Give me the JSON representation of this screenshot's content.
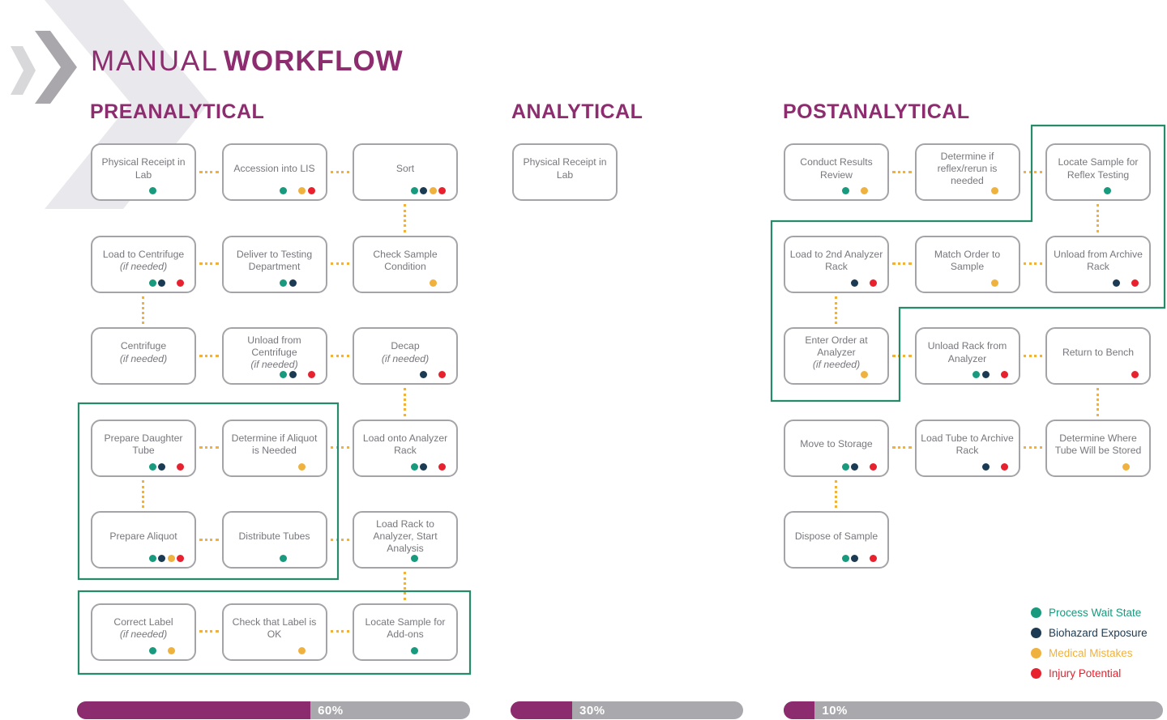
{
  "title": {
    "light": "MANUAL",
    "bold": "WORKFLOW"
  },
  "colors": {
    "purple": "#8d2d6f",
    "process_wait": "#189a7e",
    "biohazard": "#1b3a53",
    "medical": "#efb23e",
    "injury": "#e8212e",
    "connector": "#efb23e",
    "group_outline": "#278a6b",
    "box_border": "#a4a4a8",
    "box_text": "#77777d",
    "bar_track": "#a9a8ad",
    "bar_fill": "#8c2b6d"
  },
  "legend": [
    {
      "key": "process_wait",
      "label": "Process Wait State"
    },
    {
      "key": "biohazard",
      "label": "Biohazard Exposure"
    },
    {
      "key": "medical",
      "label": "Medical Mistakes"
    },
    {
      "key": "injury",
      "label": "Injury Potential"
    }
  ],
  "sections": [
    {
      "id": "pre",
      "heading": "PREANALYTICAL",
      "bar": {
        "label": "60%",
        "fill_fraction": 0.594
      },
      "boxes": [
        {
          "id": "pre-r1c1",
          "row": 1,
          "col": 1,
          "label": "Physical Receipt in Lab",
          "dots": [
            "process_wait"
          ]
        },
        {
          "id": "pre-r1c2",
          "row": 1,
          "col": 2,
          "label": "Accession into LIS",
          "dots": [
            "process_wait",
            "medical",
            "injury"
          ]
        },
        {
          "id": "pre-r1c3",
          "row": 1,
          "col": 3,
          "label": "Sort",
          "dots": [
            "process_wait",
            "biohazard",
            "medical",
            "injury"
          ]
        },
        {
          "id": "pre-r2c1",
          "row": 2,
          "col": 1,
          "label": "Load to Centrifuge",
          "note": "(if needed)",
          "dots": [
            "process_wait",
            "biohazard",
            "injury"
          ]
        },
        {
          "id": "pre-r2c2",
          "row": 2,
          "col": 2,
          "label": "Deliver to Testing Department",
          "dots": [
            "process_wait",
            "biohazard"
          ]
        },
        {
          "id": "pre-r2c3",
          "row": 2,
          "col": 3,
          "label": "Check Sample Condition",
          "dots": [
            "medical"
          ]
        },
        {
          "id": "pre-r3c1",
          "row": 3,
          "col": 1,
          "label": "Centrifuge",
          "note": "(if needed)",
          "dots": []
        },
        {
          "id": "pre-r3c2",
          "row": 3,
          "col": 2,
          "label": "Unload from Centrifuge",
          "note": "(if needed)",
          "dots": [
            "process_wait",
            "biohazard",
            "injury"
          ]
        },
        {
          "id": "pre-r3c3",
          "row": 3,
          "col": 3,
          "label": "Decap",
          "note": "(if needed)",
          "dots": [
            "biohazard",
            "injury"
          ]
        },
        {
          "id": "pre-r4c1",
          "row": 4,
          "col": 1,
          "label": "Prepare Daughter Tube",
          "dots": [
            "process_wait",
            "biohazard",
            "injury"
          ]
        },
        {
          "id": "pre-r4c2",
          "row": 4,
          "col": 2,
          "label": "Determine if Aliquot is Needed",
          "dots": [
            "medical"
          ]
        },
        {
          "id": "pre-r4c3",
          "row": 4,
          "col": 3,
          "label": "Load onto Analyzer Rack",
          "dots": [
            "process_wait",
            "biohazard",
            "injury"
          ]
        },
        {
          "id": "pre-r5c1",
          "row": 5,
          "col": 1,
          "label": "Prepare Aliquot",
          "dots": [
            "process_wait",
            "biohazard",
            "medical",
            "injury"
          ]
        },
        {
          "id": "pre-r5c2",
          "row": 5,
          "col": 2,
          "label": "Distribute Tubes",
          "dots": [
            "process_wait"
          ]
        },
        {
          "id": "pre-r5c3",
          "row": 5,
          "col": 3,
          "label": "Load Rack to Analyzer, Start Analysis",
          "dots": [
            "process_wait"
          ]
        },
        {
          "id": "pre-r6c1",
          "row": 6,
          "col": 1,
          "label": "Correct Label",
          "note": "(if needed)",
          "dots": [
            "process_wait",
            "medical"
          ]
        },
        {
          "id": "pre-r6c2",
          "row": 6,
          "col": 2,
          "label": "Check that Label is OK",
          "dots": [
            "medical"
          ]
        },
        {
          "id": "pre-r6c3",
          "row": 6,
          "col": 3,
          "label": "Locate Sample for Add-ons",
          "dots": [
            "process_wait"
          ]
        }
      ]
    },
    {
      "id": "ana",
      "heading": "ANALYTICAL",
      "bar": {
        "label": "30%",
        "fill_fraction": 0.265
      },
      "boxes": [
        {
          "id": "ana-r1c1",
          "row": 1,
          "col": 1,
          "label": "Physical Receipt in Lab",
          "dots": []
        }
      ]
    },
    {
      "id": "post",
      "heading": "POSTANALYTICAL",
      "bar": {
        "label": "10%",
        "fill_fraction": 0.082
      },
      "boxes": [
        {
          "id": "post-r1c1",
          "row": 1,
          "col": 1,
          "label": "Conduct Results Review",
          "dots": [
            "process_wait",
            "medical"
          ]
        },
        {
          "id": "post-r1c2",
          "row": 1,
          "col": 2,
          "label": "Determine if reflex/rerun is needed",
          "dots": [
            "medical"
          ]
        },
        {
          "id": "post-r1c3",
          "row": 1,
          "col": 3,
          "label": "Locate Sample for Reflex Testing",
          "dots": [
            "process_wait"
          ]
        },
        {
          "id": "post-r2c1",
          "row": 2,
          "col": 1,
          "label": "Load to 2nd Analyzer Rack",
          "dots": [
            "biohazard",
            "injury"
          ]
        },
        {
          "id": "post-r2c2",
          "row": 2,
          "col": 2,
          "label": "Match Order to Sample",
          "dots": [
            "medical"
          ]
        },
        {
          "id": "post-r2c3",
          "row": 2,
          "col": 3,
          "label": "Unload from Archive Rack",
          "dots": [
            "biohazard",
            "injury"
          ]
        },
        {
          "id": "post-r3c1",
          "row": 3,
          "col": 1,
          "label": "Enter Order at Analyzer",
          "note": "(if needed)",
          "dots": [
            "medical"
          ]
        },
        {
          "id": "post-r3c2",
          "row": 3,
          "col": 2,
          "label": "Unload Rack from Analyzer",
          "dots": [
            "process_wait",
            "biohazard",
            "injury"
          ]
        },
        {
          "id": "post-r3c3",
          "row": 3,
          "col": 3,
          "label": "Return to Bench",
          "dots": [
            "injury"
          ]
        },
        {
          "id": "post-r4c1",
          "row": 4,
          "col": 1,
          "label": "Move to Storage",
          "dots": [
            "process_wait",
            "biohazard",
            "injury"
          ]
        },
        {
          "id": "post-r4c2",
          "row": 4,
          "col": 2,
          "label": "Load Tube to Archive Rack",
          "dots": [
            "biohazard",
            "injury"
          ]
        },
        {
          "id": "post-r4c3",
          "row": 4,
          "col": 3,
          "label": "Determine Where Tube Will be Stored",
          "dots": [
            "medical"
          ]
        },
        {
          "id": "post-r5c1",
          "row": 5,
          "col": 1,
          "label": "Dispose of Sample",
          "dots": [
            "process_wait",
            "biohazard",
            "injury"
          ]
        }
      ]
    }
  ],
  "connectors": [
    [
      "pre-r1c1",
      "pre-r1c2"
    ],
    [
      "pre-r1c2",
      "pre-r1c3"
    ],
    [
      "pre-r1c3",
      "pre-r2c3"
    ],
    [
      "pre-r2c1",
      "pre-r2c2"
    ],
    [
      "pre-r2c2",
      "pre-r2c3"
    ],
    [
      "pre-r2c1",
      "pre-r3c1"
    ],
    [
      "pre-r3c1",
      "pre-r3c2"
    ],
    [
      "pre-r3c2",
      "pre-r3c3"
    ],
    [
      "pre-r3c3",
      "pre-r4c3"
    ],
    [
      "pre-r4c1",
      "pre-r4c2"
    ],
    [
      "pre-r4c2",
      "pre-r4c3"
    ],
    [
      "pre-r4c1",
      "pre-r5c1"
    ],
    [
      "pre-r5c1",
      "pre-r5c2"
    ],
    [
      "pre-r5c2",
      "pre-r5c3"
    ],
    [
      "pre-r5c3",
      "pre-r6c3"
    ],
    [
      "pre-r6c1",
      "pre-r6c2"
    ],
    [
      "pre-r6c2",
      "pre-r6c3"
    ],
    [
      "post-r1c1",
      "post-r1c2"
    ],
    [
      "post-r1c2",
      "post-r1c3"
    ],
    [
      "post-r1c3",
      "post-r2c3"
    ],
    [
      "post-r2c1",
      "post-r2c2"
    ],
    [
      "post-r2c2",
      "post-r2c3"
    ],
    [
      "post-r2c1",
      "post-r3c1"
    ],
    [
      "post-r3c1",
      "post-r3c2"
    ],
    [
      "post-r3c2",
      "post-r3c3"
    ],
    [
      "post-r3c3",
      "post-r4c3"
    ],
    [
      "post-r4c1",
      "post-r4c2"
    ],
    [
      "post-r4c2",
      "post-r4c3"
    ],
    [
      "post-r4c1",
      "post-r5c1"
    ]
  ]
}
